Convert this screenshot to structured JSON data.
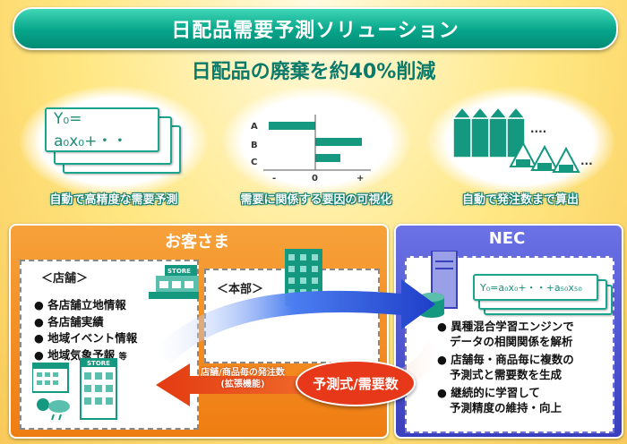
{
  "title": "日配品需要予測ソリューション",
  "subtitle": "日配品の廃棄を約40%削減",
  "features": [
    {
      "caption": "自動で高精度な需要予測",
      "formula": "Y₀= a₀x₀+・・"
    },
    {
      "caption": "需要に関係する要因の可視化",
      "row_labels": [
        "A",
        "B",
        "C"
      ],
      "axis_labels": [
        "-",
        "0",
        "+"
      ]
    },
    {
      "caption": "自動で発注数まで算出"
    }
  ],
  "customer": {
    "title": "お客さま",
    "store": {
      "label": "＜店舗＞",
      "sign": "STORE",
      "items": [
        "各店舗立地情報",
        "各店舗実績",
        "地域イベント情報",
        "地域気象予報"
      ],
      "items_suffix": "等"
    },
    "hq": {
      "label": "＜本部＞"
    }
  },
  "order_arrow": {
    "line1": "店舗/商品毎の発注数",
    "line2": "(拡張機能)"
  },
  "forecast_label": "予測式/需要数",
  "nec": {
    "title": "NEC",
    "formula": "Y₀=a₀x₀+・・+a₅₀x₅₀",
    "points": [
      {
        "line1": "異種混合学習エンジンで",
        "line2": "データの相関関係を解析"
      },
      {
        "line1": "店舗毎・商品毎に複数の",
        "line2": "予測式と需要数を生成"
      },
      {
        "line1": "継続的に学習して",
        "line2": "予測精度の維持・向上"
      }
    ]
  },
  "colors": {
    "teal": "#06a48a",
    "orange": "#ef7d12",
    "blue": "#3a3fbd",
    "red": "#e33a12"
  }
}
